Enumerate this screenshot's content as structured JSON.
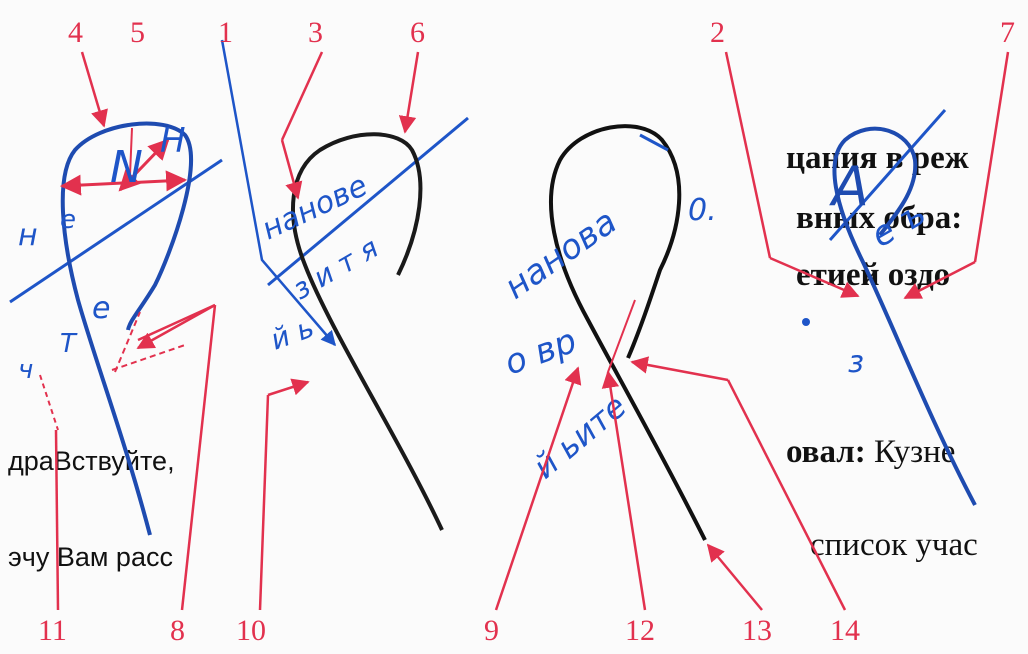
{
  "colors": {
    "callout": "#e2314e",
    "ink_blue": "#1e55c8",
    "ink_dark": "#111111"
  },
  "callouts": [
    "1",
    "2",
    "3",
    "4",
    "5",
    "6",
    "7",
    "8",
    "9",
    "10",
    "11",
    "12",
    "13",
    "14"
  ],
  "background_doc_fragments": {
    "left_line1": "драВствуйте,",
    "left_line2": "эчу Вам расс",
    "right_line1": "цания в реж",
    "right_line2": "вных обра:",
    "right_line3": "етией оздо",
    "right_line4_bold": "овал:",
    "right_line4_rest": " Кузне",
    "right_line5": "список учас"
  },
  "handwriting": {
    "w1_top": "N",
    "w1_h": "Н",
    "w1_left": "н",
    "w1_mid": "е",
    "w1_t": "Т",
    "w1_r": "е",
    "w1_u": "ч",
    "w2_top": "нанове",
    "w2_mid": "з и т я",
    "w2_low": "й ь",
    "w3_top": "нанова",
    "w3_mid": "о вр",
    "w3_low": "й ьитe",
    "w3_right": "0.",
    "w4_top": "А",
    "w4_mid": "е ъ",
    "w4_low": "з"
  }
}
